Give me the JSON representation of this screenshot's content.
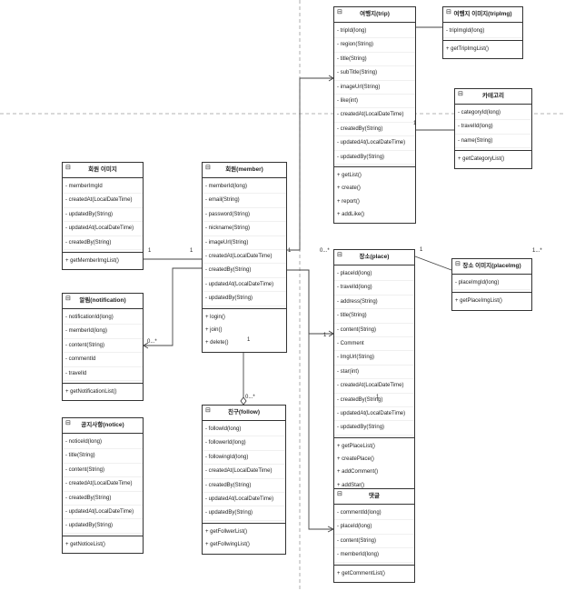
{
  "classes": [
    {
      "key": "trip",
      "header": "여행지(trip)",
      "fields": [
        "- tripId(long)",
        "- region(String)",
        "- title(String)",
        "- subTitle(String)",
        "- imageUrl(String)",
        "- like(int)",
        "- createdAt(LocalDateTime)",
        "- createdBy(String)",
        "- updatedAt(LocalDateTime)",
        "- updatedBy(String)"
      ],
      "methods": [
        "+ getList()",
        "+ create()",
        "+ report()",
        "+ addLike()"
      ]
    },
    {
      "key": "tripimg",
      "header": "여행지 이미지(tripImg)",
      "fields": [
        "- tripImgId(long)"
      ],
      "methods": [
        "+ getTripImgList()"
      ]
    },
    {
      "key": "category",
      "header": "카테고리",
      "fields": [
        "- categoryId(long)",
        "- travelId(long)",
        "- name(String)"
      ],
      "methods": [
        "+ getCategoryList()"
      ]
    },
    {
      "key": "memberimg",
      "header": "회원 이미지",
      "fields": [
        "- memberImgId",
        "- createdAt(LocalDateTime)",
        "- updatedBy(String)",
        "- updatedAt(LocalDateTime)",
        "- createdBy(String)"
      ],
      "methods": [
        "+ getMemberImgList()"
      ]
    },
    {
      "key": "member",
      "header": "회원(member)",
      "fields": [
        "- memberId(long)",
        "- email(String)",
        "- password(String)",
        "- nickname(String)",
        "- imageUrl(String)",
        "- createdAt(LocalDateTime)",
        "- createdBy(String)",
        "- updatedAt(LocalDateTime)",
        "- updatedBy(String)"
      ],
      "methods": [
        "+ login()",
        "+ join()",
        "+ delete()"
      ]
    },
    {
      "key": "place",
      "header": "장소(place)",
      "fields": [
        "- placeId(long)",
        "- travelId(long)",
        "- address(String)",
        "- title(String)",
        "- content(String)",
        "- Comment",
        "- ImgUrl(String)",
        "- star(int)",
        "- createdAt(LocalDateTime)",
        "- createdBy(String)",
        "- updatedAt(LocalDateTime)",
        "- updatedBy(String)"
      ],
      "methods": [
        "+ getPlaceList()",
        "+ createPlace()",
        "+ addComment()",
        "+ addStar()"
      ]
    },
    {
      "key": "placeimg",
      "header": "장소 이미지(placeImg)",
      "fields": [
        "- placeImgId(long)"
      ],
      "methods": [
        "+ getPlaceImgList()"
      ]
    },
    {
      "key": "notification",
      "header": "알림(notification)",
      "fields": [
        "- notificationId(long)",
        "- memberId(long)",
        "- content(String)",
        "- commentId",
        "- travelId"
      ],
      "methods": [
        "+ getNotificationList()"
      ]
    },
    {
      "key": "follow",
      "header": "친구(follow)",
      "fields": [
        "- followId(long)",
        "- followerId(long)",
        "- followingId(long)",
        "- createdAt(LocalDateTime)",
        "- createdBy(String)",
        "- updatedAt(LocalDateTime)",
        "- updatedBy(String)"
      ],
      "methods": [
        "+ getFollwerList()",
        "+ getFollwingList()"
      ]
    },
    {
      "key": "notice",
      "header": "공지사항(notice)",
      "fields": [
        "- noticeId(long)",
        "- title(String)",
        "- content(String)",
        "- createdAt(LocalDateTime)",
        "- createdBy(String)",
        "- updatedAt(LocalDateTime)",
        "- updatedBy(String)"
      ],
      "methods": [
        "+ getNoticeList()"
      ]
    },
    {
      "key": "comment",
      "header": "댓글",
      "fields": [
        "- commentId(long)",
        "- placeId(long)",
        "- content(String)",
        "- memberId(long)"
      ],
      "methods": [
        "+ getCommentList()"
      ]
    }
  ],
  "multiplicities": {
    "memberimg_side": "1",
    "member_left": "1",
    "member_right": "1",
    "place_many": "0...*",
    "trip_category": "1",
    "place_right": "1",
    "placeimg_many": "1...*",
    "notification_many": "0...*",
    "member_bottom": "1",
    "follow_many": "0...*",
    "place_bottom": "1",
    "place_left": "1"
  },
  "icons": {
    "collapse": "⊟"
  },
  "colors": {
    "border": "#333333",
    "line": "#444444",
    "guide": "#9a9a9a"
  }
}
